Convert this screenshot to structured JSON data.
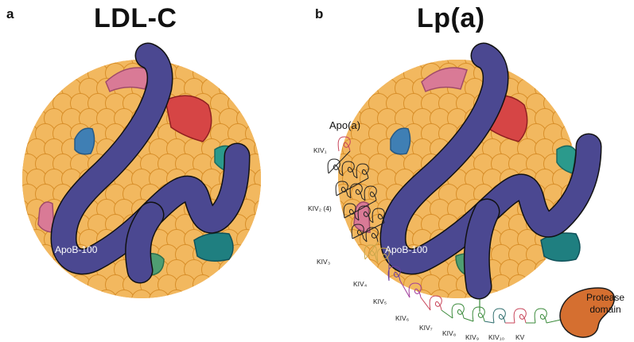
{
  "panel_a": {
    "letter": "a",
    "title": "LDL-C",
    "apob_label": "ApoB-100"
  },
  "panel_b": {
    "letter": "b",
    "title": "Lp(a)",
    "apob_label": "ApoB-100",
    "apoa_label": "Apo(a)",
    "protease_label_line1": "Protease",
    "protease_label_line2": "domain",
    "kringles": [
      {
        "label": "KIV₁",
        "color": "#c8455a"
      },
      {
        "label": "KIV₂ (4)",
        "color": "#222222"
      },
      {
        "label": "KIV₃",
        "color": "#c9a64a"
      },
      {
        "label": "KIV₄",
        "color": "#6b3fa0"
      },
      {
        "label": "KIV₅",
        "color": "#a03c9c"
      },
      {
        "label": "KIV₆",
        "color": "#c8455a"
      },
      {
        "label": "KIV₇",
        "color": "#3a8a3a"
      },
      {
        "label": "KIV₈",
        "color": "#3a8a3a"
      },
      {
        "label": "KIV₉",
        "color": "#2f6e6e"
      },
      {
        "label": "KIV₁₀",
        "color": "#c8455a"
      },
      {
        "label": "KV",
        "color": "#3a8a3a"
      }
    ]
  },
  "colors": {
    "lipid_fill": "#f2b85f",
    "lipid_stroke": "#d88f2a",
    "apob": "#4b4891",
    "protease": "#d56f30"
  }
}
